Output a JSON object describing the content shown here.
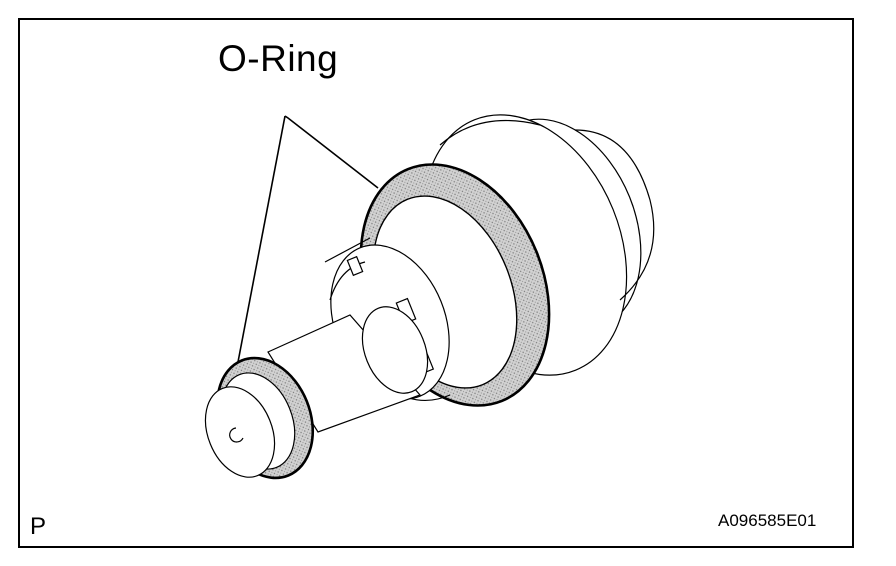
{
  "labels": {
    "title": "O-Ring",
    "corner_left": "P",
    "figure_id": "A096585E01"
  },
  "colors": {
    "line": "#000000",
    "oring_fill": "#c8c8c8",
    "background": "#ffffff"
  }
}
